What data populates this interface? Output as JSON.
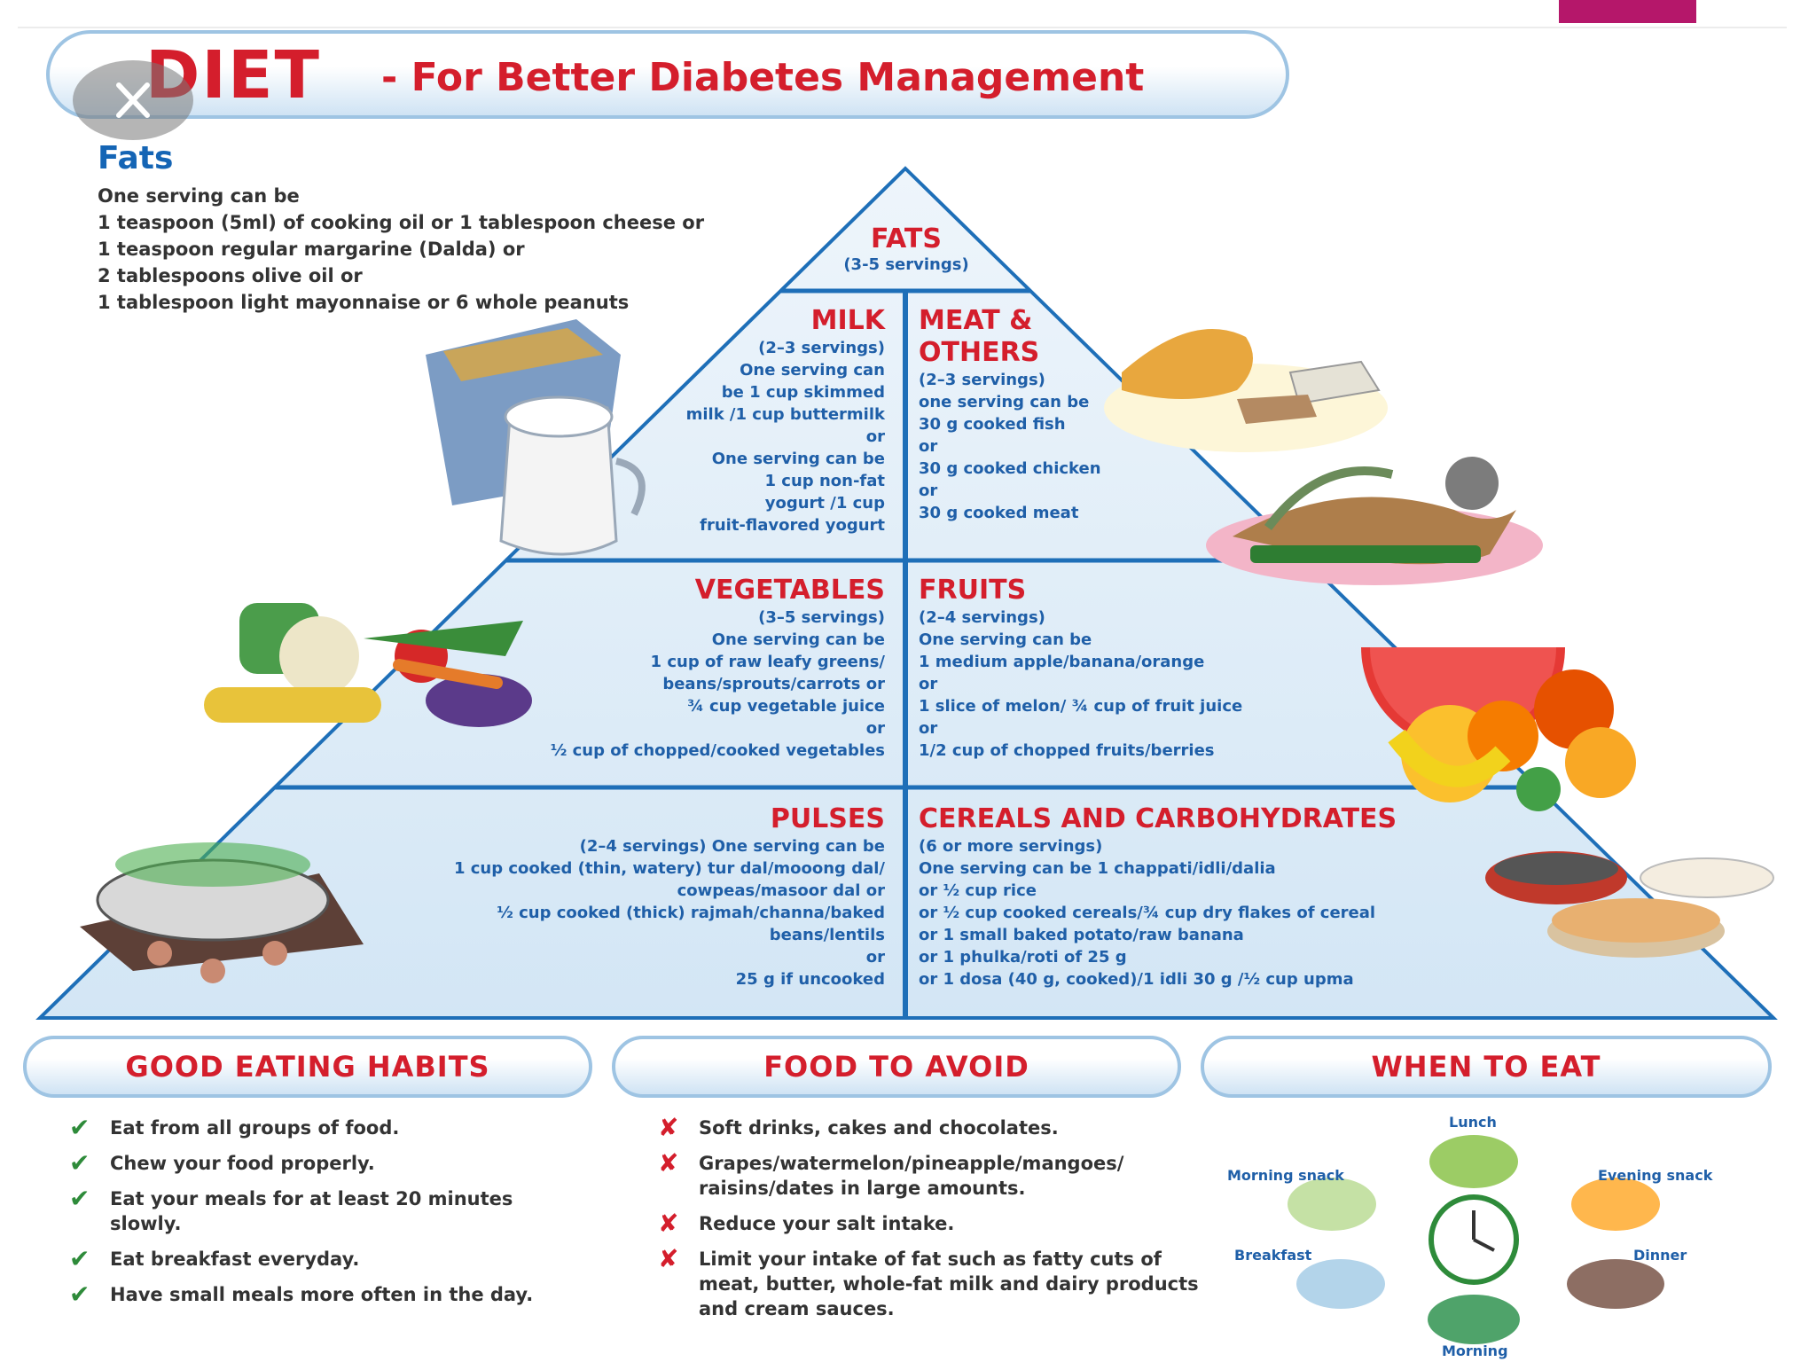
{
  "header": {
    "title_main": "DIET",
    "title_sub": "- For Better Diabetes Management"
  },
  "fats_panel": {
    "heading": "Fats",
    "lines": [
      "One serving can be",
      "1 teaspoon (5ml) of cooking oil or 1 tablespoon cheese or",
      "1 teaspoon regular margarine (Dalda) or",
      "2 tablespoons olive oil or",
      "1 tablespoon light mayonnaise or 6 whole peanuts"
    ]
  },
  "pyramid": {
    "fats": {
      "title": "FATS",
      "servings": "(3-5 servings)"
    },
    "milk": {
      "title": "MILK",
      "lines": [
        "(2–3 servings)",
        "One serving can",
        "be 1 cup skimmed",
        "milk /1 cup buttermilk",
        "or",
        "One serving can be",
        "1 cup non-fat",
        "yogurt /1 cup",
        "fruit-flavored yogurt"
      ]
    },
    "meat": {
      "title_1": "MEAT &",
      "title_2": "OTHERS",
      "lines": [
        "(2–3 servings)",
        "one serving can be",
        "30 g cooked fish",
        "or",
        "30 g cooked chicken",
        "or",
        "30 g cooked meat"
      ]
    },
    "vegetables": {
      "title": "VEGETABLES",
      "lines": [
        "(3–5 servings)",
        "One serving can be",
        "1 cup of raw leafy greens/",
        "beans/sprouts/carrots or",
        "¾ cup vegetable juice",
        "or",
        "½ cup of chopped/cooked vegetables"
      ]
    },
    "fruits": {
      "title": "FRUITS",
      "lines": [
        "(2–4 servings)",
        "One serving can be",
        "1 medium apple/banana/orange",
        "or",
        "1 slice of melon/ ¾ cup of fruit juice",
        "or",
        "1/2 cup of chopped fruits/berries"
      ]
    },
    "pulses": {
      "title": "PULSES",
      "lines": [
        "(2–4 servings) One serving can be",
        "1 cup cooked (thin, watery) tur dal/mooong dal/",
        "cowpeas/masoor dal or",
        "½ cup cooked (thick) rajmah/channa/baked",
        "beans/lentils",
        "or",
        "25 g if uncooked"
      ]
    },
    "cereals": {
      "title": "CEREALS AND CARBOHYDRATES",
      "lines": [
        "(6 or more servings)",
        "One serving can be 1 chappati/idli/dalia",
        "or ½ cup rice",
        "or ½ cup cooked cereals/¾ cup dry flakes of cereal",
        "or 1 small baked potato/raw banana",
        "or 1 phulka/roti of 25 g",
        "or 1 dosa (40 g, cooked)/1 idli 30 g /½ cup upma"
      ]
    }
  },
  "good_habits": {
    "title": "GOOD EATING HABITS",
    "mark": "✔",
    "items": [
      "Eat from all groups of food.",
      "Chew your food properly.",
      "Eat your meals for at least 20 minutes slowly.",
      "Eat breakfast everyday.",
      "Have small meals more often in the day."
    ]
  },
  "food_avoid": {
    "title": "FOOD TO AVOID",
    "mark": "✘",
    "items": [
      "Soft drinks, cakes and chocolates.",
      "Grapes/watermelon/pineapple/mangoes/ raisins/dates in large amounts.",
      "Reduce your salt intake.",
      "Limit your intake of fat such as fatty cuts of meat, butter, whole-fat milk and dairy products and cream sauces."
    ]
  },
  "when_to_eat": {
    "title": "WHEN TO EAT",
    "labels": {
      "lunch": "Lunch",
      "morning_snack": "Morning snack",
      "evening_snack": "Evening snack",
      "breakfast": "Breakfast",
      "dinner": "Dinner",
      "morning": "Morning"
    }
  },
  "colors": {
    "accent_red": "#d41e2c",
    "text_blue": "#1f5fa8",
    "heading_blue": "#1565b5",
    "pyramid_line": "#1e6fb8",
    "pyramid_fill": "#dcebf7",
    "pill_border": "#9ec4e3"
  }
}
